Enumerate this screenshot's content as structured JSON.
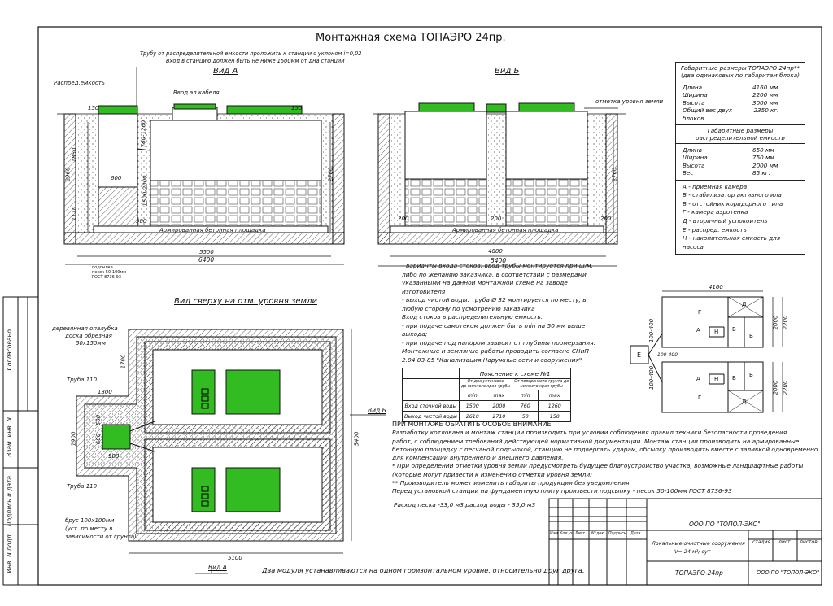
{
  "title": "Монтажная схема ТОПАЭРО 24пр.",
  "views": {
    "a": "Вид А",
    "b": "Вид Б",
    "top": "Вид сверху на отм. уровня земли"
  },
  "section_a": {
    "note_slope": "Трубу от распределительной емкости проложить к станции с уклоном i=0,02",
    "note_inlet": "Вход в станцию должен быть не ниже 1500мм от дна станции",
    "distributor": "Распред.емкость",
    "cable": "Ввод эл.кабеля",
    "dim_150_left": "150",
    "dim_150_right": "150",
    "dim_1850": "1850",
    "dim_2960": "2960",
    "dim_1110": "1110",
    "dim_600": "600",
    "dim_760_1260": "760-1260",
    "dim_1500_2000": "1500-2000",
    "dim_2760": "2760",
    "dim_500": "500",
    "slab": "Армированная бетонная площадка",
    "dim_5500": "5500",
    "dim_6400": "6400",
    "sand_note_1": "подсыпка",
    "sand_note_2": "песок 50-100мм",
    "sand_note_3": "ГОСТ 8736-93"
  },
  "section_b": {
    "ground_level": "отметка уровня земли",
    "dim_2760": "2760",
    "dim_200_a": "200",
    "dim_200_b": "200",
    "dim_200_c": "200",
    "slab": "Армированная бетонная площадка",
    "dim_4800": "4800",
    "dim_5400": "5400"
  },
  "top_view": {
    "formwork_1": "деревянная опалубка",
    "formwork_2": "доска обрезная",
    "formwork_3": "50х150мм",
    "pipe_110_a": "Труба 110",
    "pipe_110_b": "Труба 110",
    "beam_1": "брус 100х100мм",
    "beam_2": "(уст. по месту в",
    "beam_3": "зависимости от грунта)",
    "dim_1300": "1300",
    "dim_1700": "1700",
    "dim_1900": "1900",
    "dim_500a": "500",
    "dim_600": "600",
    "dim_500b": "500",
    "dim_5400": "5400",
    "dim_5100": "5100",
    "view_b_arrow": "Вид Б",
    "view_a_arrow": "Вид А"
  },
  "bottom_line": "Два модуля устанавливаются на одном горизонтальном уровне, относительно друг друга.",
  "spec": {
    "header1_l1": "Габаритные размеры ТОПАЭРО 24пр**",
    "header1_l2": "(два одинаковых по габаритам блока)",
    "rows1": [
      {
        "k": "Длина",
        "v": "4160 мм"
      },
      {
        "k": "Ширина",
        "v": "2200 мм"
      },
      {
        "k": "Высота",
        "v": "3000 мм"
      },
      {
        "k": "Общий вес двух блоков",
        "v": "2350 кг."
      }
    ],
    "header2_l1": "Габаритные размеры",
    "header2_l2": "распределительной емкости",
    "rows2": [
      {
        "k": "Длина",
        "v": "650 мм"
      },
      {
        "k": "Ширина",
        "v": "750 мм"
      },
      {
        "k": "Высота",
        "v": "2000 мм"
      },
      {
        "k": "Вес",
        "v": "85 кг."
      }
    ],
    "legend": [
      "А - приемная камера",
      "Б - стабилизатор активного ила",
      "В - отстойник коридорного типа",
      "Г - камера аэротенка",
      "Д - вторичный успокоитель",
      "Е - распред. емкость",
      "Н - накопительная емкость для насоса"
    ]
  },
  "notes": [
    "- варианты входа  стоков: ввод трубы монтируется при ш/м,",
    "либо по желанию заказчика, в соответствии с размерами",
    "указанными на данной монтажной схеме на заводе",
    "изготовителя",
    "- выход чистой воды: труба Ø 32 монтируется по месту, в",
    "любую сторону по усмотрению заказчика",
    "Вход стоков в распределительную емкость:",
    "- при подаче самотеком должен быть min на 50 мм выше",
    "выхода;",
    "- при подаче под напором зависит от глубины промерзания.",
    "Монтажные и земляные работы проводить согласно СНиП",
    "2.04.03-85 \"Канализация.Наружные сети и сооружения\""
  ],
  "scheme_table": {
    "caption": "Пояснение к схеме №1",
    "h1": "От дна установки",
    "h1b": "до нижнего края трубы",
    "h2": "От поверхности грунта до",
    "h2b": "нижнего края трубы",
    "min": "min",
    "max": "max",
    "rows": [
      {
        "label": "Вход сточной воды",
        "v": [
          "1500",
          "2000",
          "760",
          "1260"
        ]
      },
      {
        "label": "Выход чистой воды",
        "v": [
          "2610",
          "2710",
          "50",
          "150"
        ]
      }
    ]
  },
  "attention": {
    "heading": "ПРИ МОНТАЖЕ ОБРАТИТЬ ОСОБОЕ ВНИМАНИЕ",
    "lines": [
      "       Разработку котлована и монтаж станции производить при условии соблюдения правил техники безопасности проведения",
      "работ, с соблюдением требований действующей нормативной документации. Монтаж станции производить на армированные",
      "бетонную площадку с песчаной подсыпкой, станцию не подвергать ударам, обсыпку производить вместе с заливкой одновременно",
      "для компенсации внутреннего и внешнего давления.",
      "    * При определении отметки уровня земли предусмотреть будущее благоустройство участка, возможные ландшафтные работы",
      "(которые могут привести к изменению отметки уровня земли)",
      "    ** Производитель может изменить габариты продукции без уведомления",
      "Перед установкой станции на фундаментную плиту произвести подсыпку - песок 50-100мм ГОСТ  8736-93"
    ],
    "sand": "Расход песка -33,0 м3,расход воды - 35,0 м3"
  },
  "plan": {
    "dim_4160": "4160",
    "dim_2000a": "2000",
    "dim_2200a": "2200",
    "dim_2000b": "2000",
    "dim_2200b": "2200",
    "gap_1": "100-400",
    "gap_2": "100-400",
    "gap_3": "100-400",
    "e": "Е",
    "g1": "Г",
    "a1": "А",
    "n1": "Н",
    "b1": "Б",
    "v1": "В",
    "d1": "Д",
    "g2": "Г",
    "a2": "А",
    "n2": "Н",
    "b2": "Б",
    "v2": "В",
    "d2": "Д"
  },
  "stamp": {
    "company": "ООО ПО \"ТОПОЛ-ЭКО\"",
    "object_l1": "Локальные очистные сооружения",
    "object_l2": "V= 24 м³/ сут",
    "col_stage": "стадия",
    "col_sheet": "лист",
    "col_sheets": "листов",
    "hdr": [
      "Изм.",
      "Кол.уч",
      "Лист",
      "N°док",
      "Подпись",
      "Дата"
    ],
    "drawing": "ТОПАЭРО-24пр",
    "company2": "ООО ПО \"ТОПОЛ-ЭКО\""
  },
  "side": {
    "agreed": "Согласовано",
    "inv_replace": "Взам. инв. N",
    "sign_date": "Подпись и дата",
    "inv_orig": "Инв. N подл."
  },
  "colors": {
    "green": "#33bb22",
    "line": "#111111"
  }
}
